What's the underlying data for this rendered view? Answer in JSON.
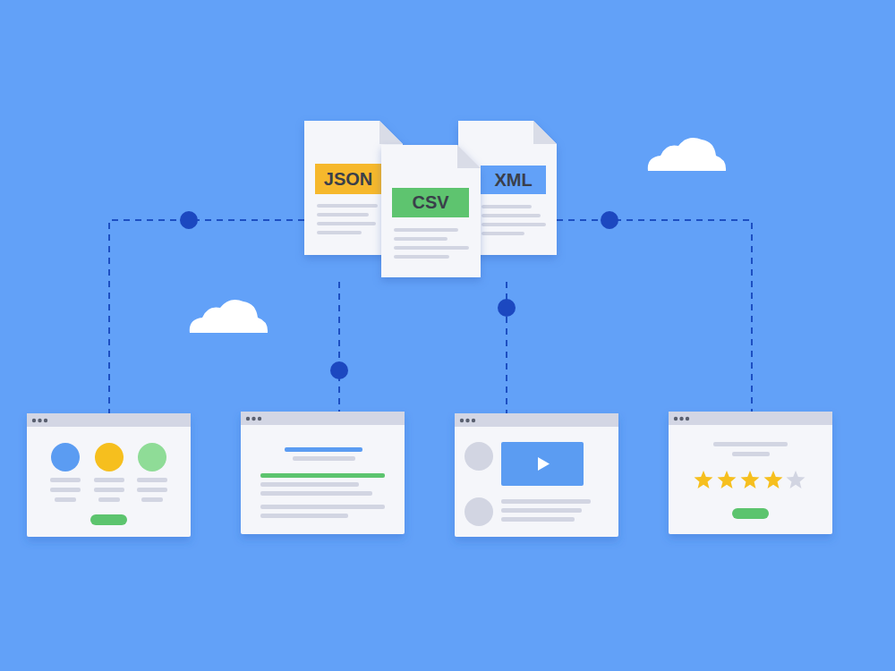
{
  "diagram": {
    "nodes": [
      {
        "text": [
          "JSON"
        ]
      },
      {
        "text": [
          "CSV"
        ]
      },
      {
        "text": [
          "XML"
        ]
      }
    ]
  }
}
